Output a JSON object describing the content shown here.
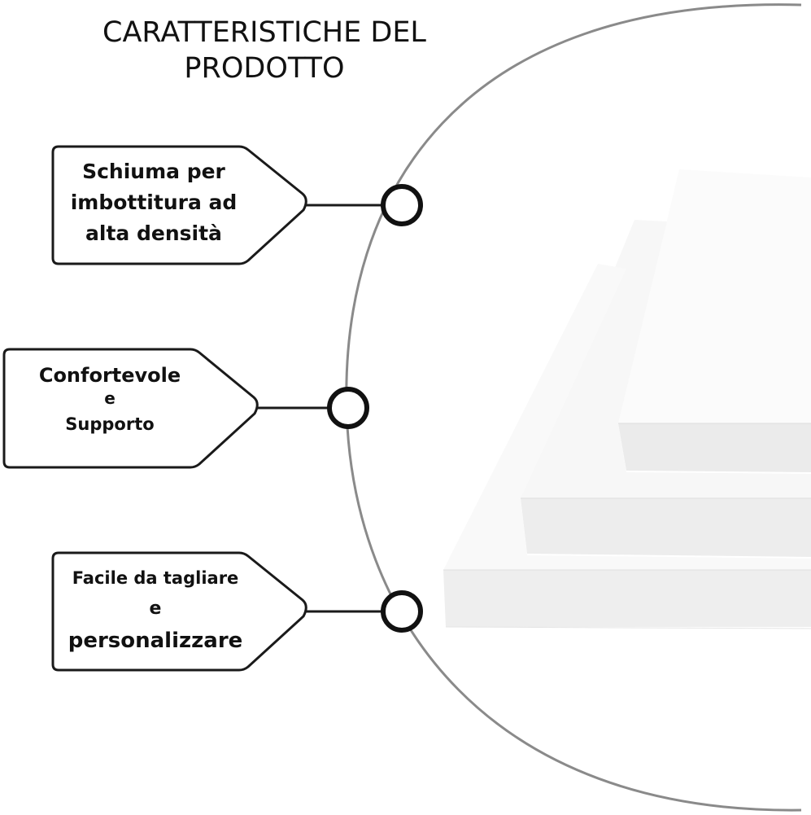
{
  "title": {
    "line1": "CARATTERISTICHE DEL",
    "line2": "PRODOTTO"
  },
  "features": [
    {
      "lines": [
        "Schiuma per",
        "imbottitura ad",
        "alta densità"
      ]
    },
    {
      "lines": [
        "Confortevole",
        "e",
        "Supporto"
      ]
    },
    {
      "lines": [
        "Facile da tagliare",
        "e",
        "personalizzare"
      ]
    }
  ],
  "colors": {
    "background": "#ffffff",
    "text": "#111111",
    "outline": "#1a1a1a",
    "circle_ring": "#8a8a8a",
    "foam_face": "#fbfbfb",
    "foam_edge": "#ececec"
  }
}
